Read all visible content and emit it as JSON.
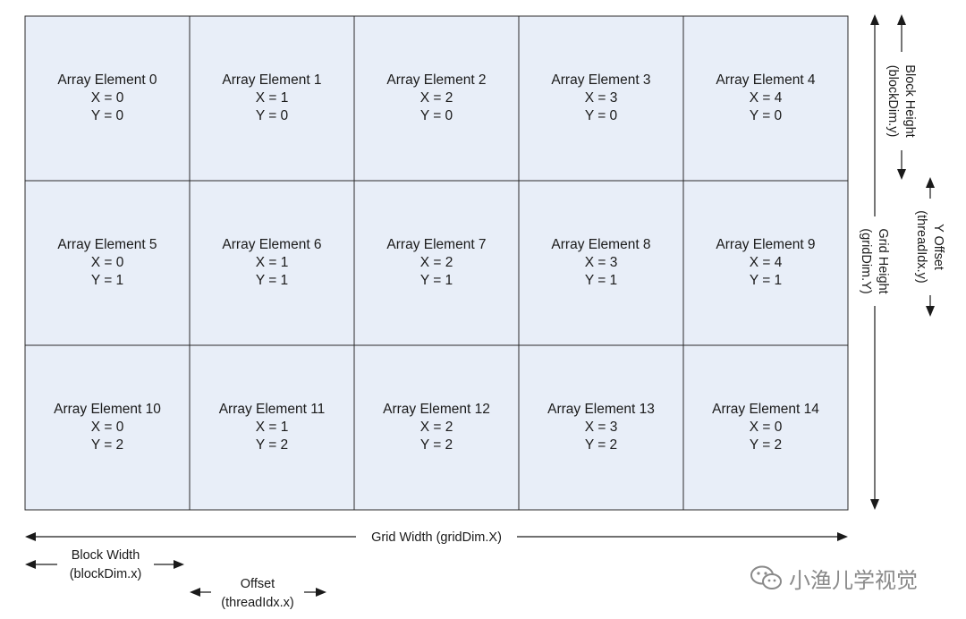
{
  "cells": [
    {
      "label": "Array Element 0",
      "x": "X = 0",
      "y": "Y = 0"
    },
    {
      "label": "Array Element 1",
      "x": "X = 1",
      "y": "Y = 0"
    },
    {
      "label": "Array Element 2",
      "x": "X = 2",
      "y": "Y = 0"
    },
    {
      "label": "Array Element 3",
      "x": "X = 3",
      "y": "Y = 0"
    },
    {
      "label": "Array Element 4",
      "x": "X = 4",
      "y": "Y = 0"
    },
    {
      "label": "Array Element 5",
      "x": "X = 0",
      "y": "Y = 1"
    },
    {
      "label": "Array Element 6",
      "x": "X = 1",
      "y": "Y = 1"
    },
    {
      "label": "Array Element 7",
      "x": "X = 2",
      "y": "Y = 1"
    },
    {
      "label": "Array Element 8",
      "x": "X = 3",
      "y": "Y = 1"
    },
    {
      "label": "Array Element 9",
      "x": "X = 4",
      "y": "Y = 1"
    },
    {
      "label": "Array Element 10",
      "x": "X = 0",
      "y": "Y = 2"
    },
    {
      "label": "Array Element 11",
      "x": "X = 1",
      "y": "Y = 2"
    },
    {
      "label": "Array Element 12",
      "x": "X = 2",
      "y": "Y = 2"
    },
    {
      "label": "Array Element 13",
      "x": "X = 3",
      "y": "Y = 2"
    },
    {
      "label": "Array Element 14",
      "x": "X = 0",
      "y": "Y = 2"
    }
  ],
  "labels": {
    "grid_width": "Grid Width (gridDim.X)",
    "block_width": [
      "Block Width",
      "(blockDim.x)"
    ],
    "offset": [
      "Offset",
      "(threadIdx.x)"
    ],
    "block_height": [
      "Block Height",
      "(blockDim.y)"
    ],
    "grid_height": [
      "Grid Height",
      "(gridDim.Y)"
    ],
    "y_offset": [
      "Y Offset",
      "(threadIdx.y)"
    ]
  },
  "watermark": "小渔儿学视觉",
  "colors": {
    "cell_fill": "#e8eef8",
    "cell_border": "#2b2b2b",
    "watermark": "#8a8a8a"
  }
}
